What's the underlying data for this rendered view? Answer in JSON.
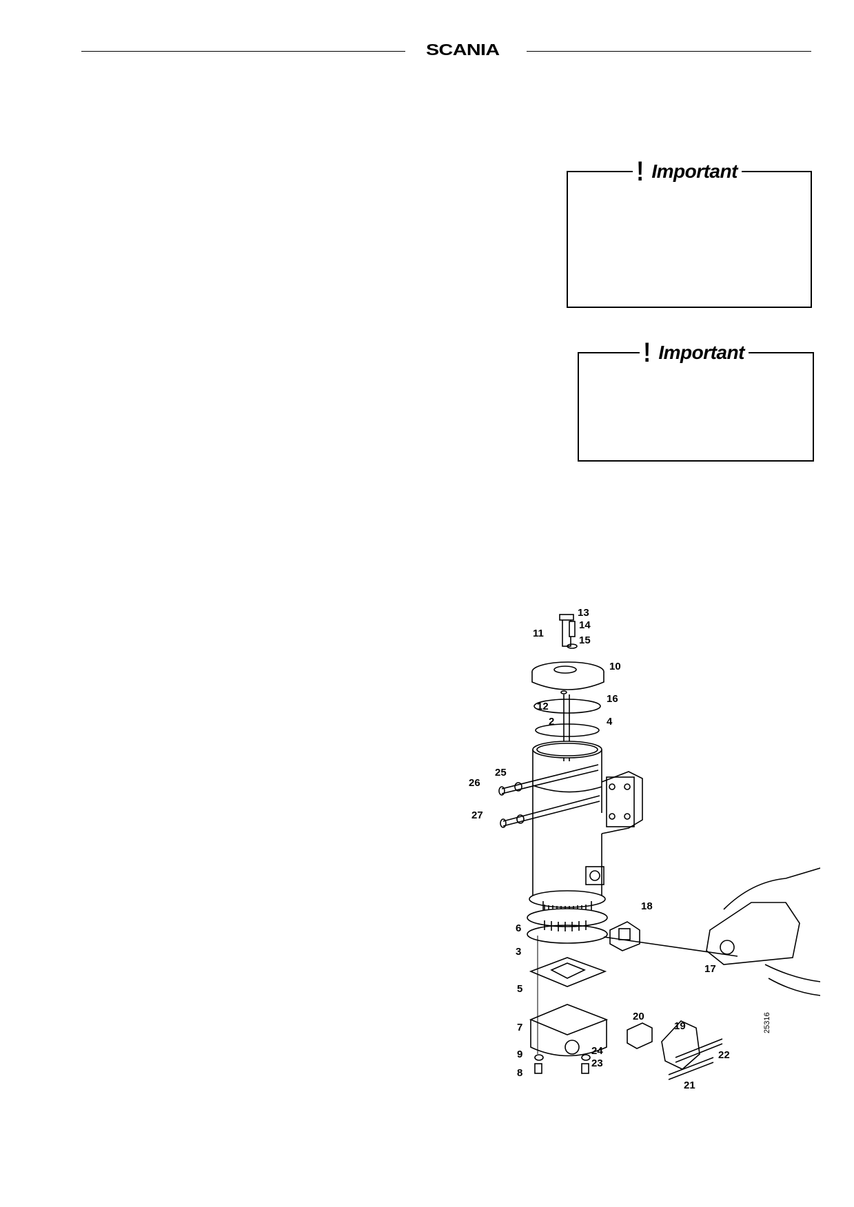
{
  "header": {
    "brand": "SCANIA"
  },
  "notices": [
    {
      "title": "Important"
    },
    {
      "title": "Important"
    }
  ],
  "figure": {
    "image_code": "25316",
    "callouts": [
      "13",
      "11",
      "14",
      "15",
      "10",
      "12",
      "16",
      "2",
      "4",
      "25",
      "26",
      "27",
      "18",
      "6",
      "3",
      "17",
      "5",
      "20",
      "19",
      "7",
      "9",
      "24",
      "22",
      "8",
      "23",
      "21"
    ]
  }
}
